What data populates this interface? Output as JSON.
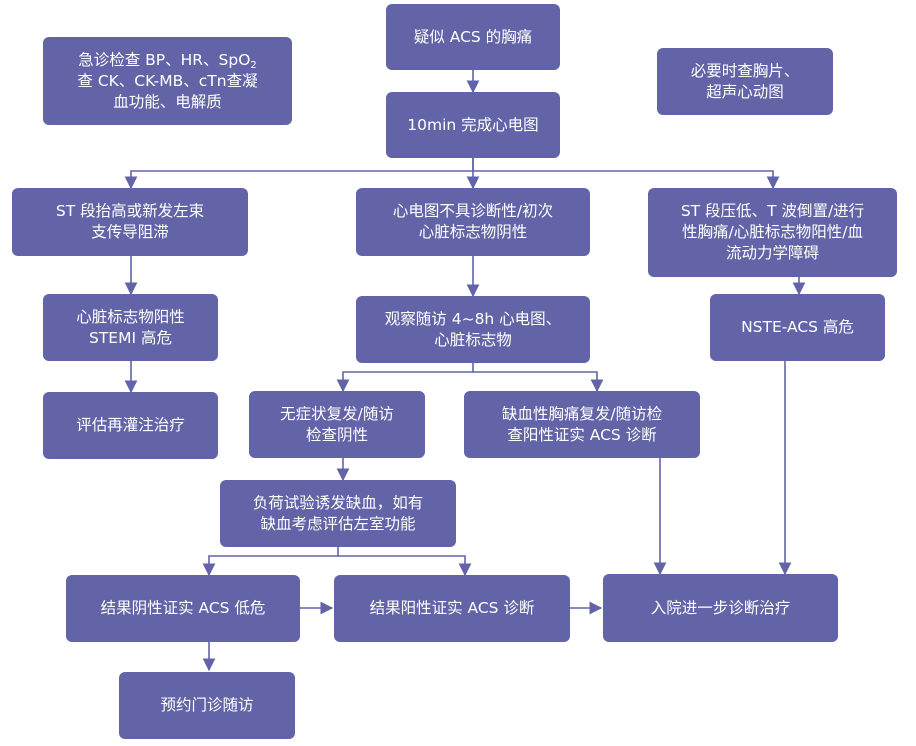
{
  "nodes": {
    "suspect_acs": "疑似 ACS 的胸痛",
    "ecg_10min": "10min 完成心电图",
    "emergency_left_l1": "急诊检查 BP、HR、SpO",
    "emergency_left_sub": "2",
    "emergency_left_l2": "查 CK、CK-MB、cTn查凝",
    "emergency_left_l3": "血功能、电解质",
    "imaging_right": "必要时查胸片、\n超声心动图",
    "st_elevation": "ST 段抬高或新发左束\n支传导阻滞",
    "ecg_nondiagnostic": "心电图不具诊断性/初次\n心脏标志物阴性",
    "st_depression": "ST 段压低、T 波倒置/进行\n性胸痛/心脏标志物阳性/血\n流动力学障碍",
    "marker_positive_stemi": "心脏标志物阳性\nSTEMI 高危",
    "observe_followup": "观察随访 4~8h 心电图、\n心脏标志物",
    "nste_acs_high_risk": "NSTE-ACS 高危",
    "assess_reperfusion": "评估再灌注治疗",
    "asymptomatic_negative": "无症状复发/随访\n检查阴性",
    "ischemic_recurrence": "缺血性胸痛复发/随访检\n查阳性证实 ACS 诊断",
    "stress_test": "负荷试验诱发缺血，如有\n缺血考虑评估左室功能",
    "negative_low_risk": "结果阴性证实 ACS 低危",
    "positive_confirm": "结果阳性证实 ACS 诊断",
    "admit_treatment": "入院进一步诊断治疗",
    "outpatient_followup": "预约门诊随访"
  }
}
